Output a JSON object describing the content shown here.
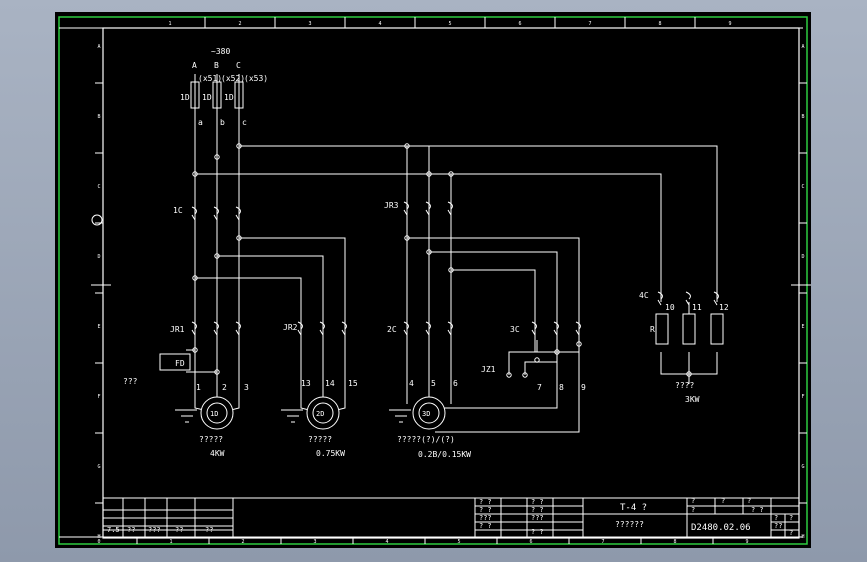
{
  "frame": {
    "col_labels_top": [
      "1",
      "2",
      "3",
      "4",
      "5",
      "6",
      "7",
      "8",
      "9"
    ],
    "col_labels_bottom": [
      "0",
      "1",
      "2",
      "3",
      "4",
      "5",
      "6",
      "7",
      "8",
      "9"
    ],
    "row_labels": [
      "A",
      "B",
      "C",
      "D",
      "E",
      "F",
      "G",
      "H"
    ]
  },
  "supply": {
    "voltage": "~380",
    "phases": [
      "A",
      "B",
      "C"
    ],
    "cable": [
      "(x51)",
      "(x52)",
      "(x53)"
    ],
    "fuse": [
      "1D",
      "1D",
      "1D"
    ],
    "lines": [
      "a",
      "b",
      "c"
    ]
  },
  "contacts": {
    "c1": "1C",
    "jr3": "JR3",
    "jr1": "JR1",
    "jr2": "JR2",
    "c2": "2C",
    "c3": "3C",
    "jz1": "JZ1",
    "c4": "4C",
    "fd": "FD"
  },
  "terminals": [
    "1",
    "2",
    "3",
    "13",
    "14",
    "15",
    "4",
    "5",
    "6",
    "7",
    "8",
    "9",
    "10",
    "11",
    "12"
  ],
  "motors": [
    {
      "id": "1D",
      "name": "?????",
      "power": "4KW"
    },
    {
      "id": "2D",
      "name": "?????",
      "power": "0.75KW"
    },
    {
      "id": "3D",
      "name": "?????(?)/(?)",
      "power": "0.2B/0.15KW"
    }
  ],
  "heater": {
    "r": "R",
    "name": "????",
    "power": "3KW"
  },
  "misc": {
    "left_note": "???"
  },
  "title_block": {
    "title": "T-4 ?",
    "subtitle": "??????",
    "drawing_no": "D2480.02.06",
    "cells_left": [
      "7.5",
      "??",
      "???",
      "??",
      "??"
    ],
    "cells_mid": [
      "? ?",
      "? ?",
      "???",
      "? ?",
      "???",
      "? ?",
      "? ?",
      "? ?"
    ],
    "cells_right": [
      "?",
      "?",
      "?",
      "?",
      "? ?",
      "??",
      "?",
      "?",
      "?"
    ]
  }
}
